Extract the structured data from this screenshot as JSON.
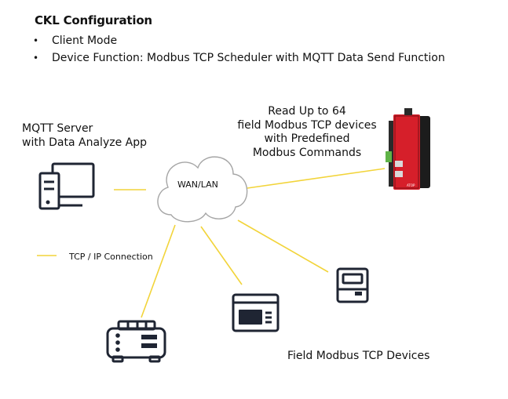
{
  "header": {
    "title": "CKL Configuration",
    "bullets": [
      "Client Mode",
      "Device Function: Modbus TCP Scheduler with MQTT Data Send Function"
    ]
  },
  "diagram": {
    "mqtt_server_label": "MQTT Server\nwith Data Analyze App",
    "read_label": "Read Up to 64\nfield Modbus TCP devices\nwith Predefined\nModbus Commands",
    "cloud_label": "WAN/LAN",
    "legend_label": "TCP / IP Connection",
    "field_devices_label": "Field Modbus TCP Devices",
    "device_brand_text": "ATOP"
  },
  "colors": {
    "connection_line": "#f2d43a",
    "outline": "#1f2533",
    "cloud_outline": "#a5a5a5",
    "device_red": "#d61f2a"
  },
  "icons": [
    "computer-icon",
    "cloud-icon",
    "modbus-gateway-icon",
    "field-device-icon"
  ]
}
